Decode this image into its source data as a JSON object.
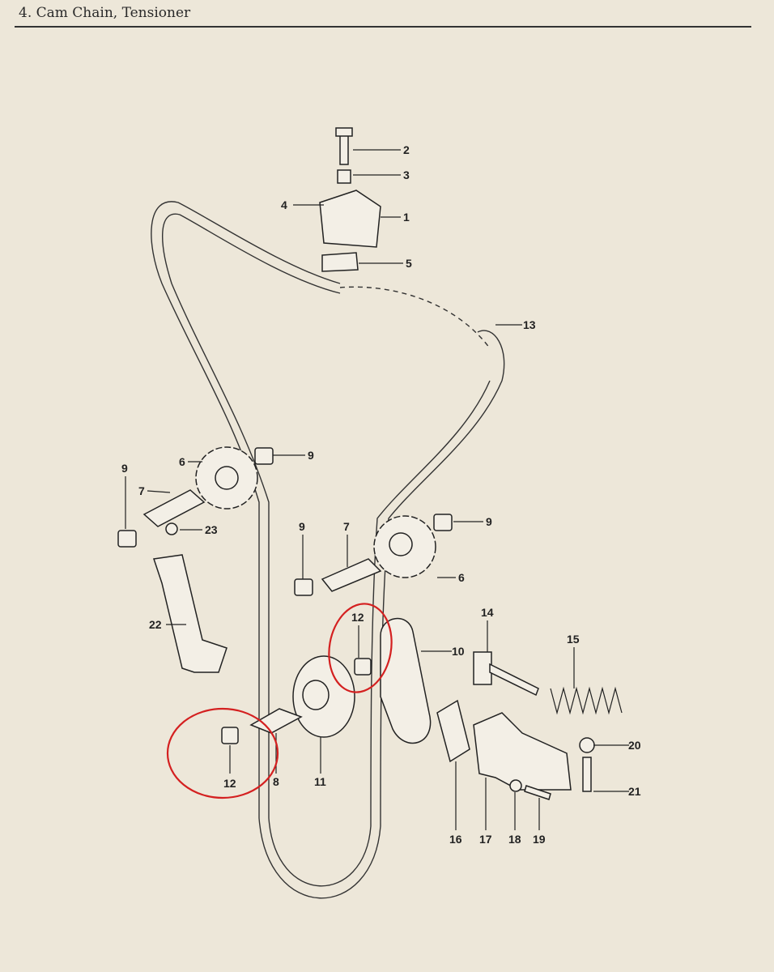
{
  "header": {
    "title": "4.  Cam Chain, Tensioner"
  },
  "callouts": [
    "2",
    "3",
    "4",
    "1",
    "5",
    "13",
    "9",
    "6",
    "9",
    "7",
    "23",
    "9",
    "9",
    "7",
    "6",
    "22",
    "12",
    "10",
    "14",
    "15",
    "12",
    "8",
    "11",
    "20",
    "21",
    "16",
    "17",
    "18",
    "19"
  ],
  "colors": {
    "paper": "#ede7d9",
    "ink": "#222222",
    "highlight": "#d42020"
  }
}
